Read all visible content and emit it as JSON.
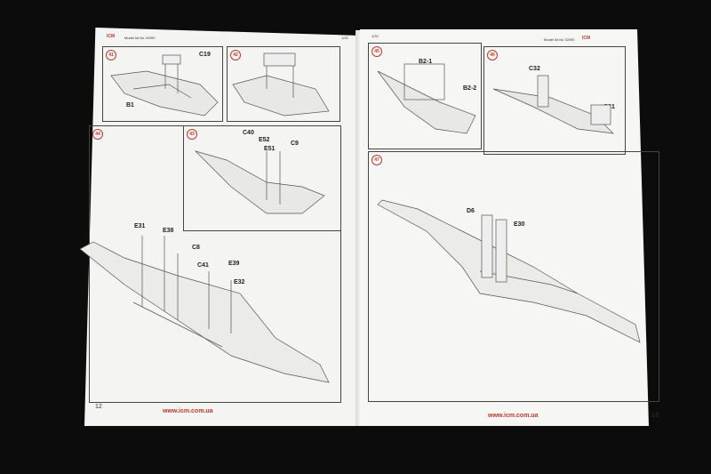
{
  "left_page": {
    "header_logo": "ICM",
    "header_model": "Model kit No 32090",
    "header_scale": "1/32",
    "page_number": "12",
    "footer_url": "www.icm.com.ua",
    "steps": [
      {
        "number": "41",
        "labels": [
          "C19",
          "B1"
        ]
      },
      {
        "number": "42",
        "labels": []
      },
      {
        "number": "43",
        "labels": [
          "C40",
          "E52",
          "C9",
          "E51"
        ]
      },
      {
        "number": "44",
        "labels": [
          "E31",
          "E38",
          "C8",
          "C41",
          "E39",
          "E32"
        ]
      }
    ]
  },
  "right_page": {
    "header_scale": "1/32",
    "header_model": "Model kit No 32090",
    "header_logo": "ICM",
    "page_number": "13",
    "footer_url": "www.icm.com.ua",
    "steps": [
      {
        "number": "45",
        "labels": [
          "B2-1",
          "B2-2"
        ]
      },
      {
        "number": "46",
        "labels": [
          "C32",
          "C31"
        ]
      },
      {
        "number": "47",
        "labels": [
          "D6",
          "E30"
        ]
      }
    ]
  },
  "colors": {
    "accent": "#c0392b",
    "background": "#0c0c0c",
    "paper": "#f4f4f2"
  }
}
